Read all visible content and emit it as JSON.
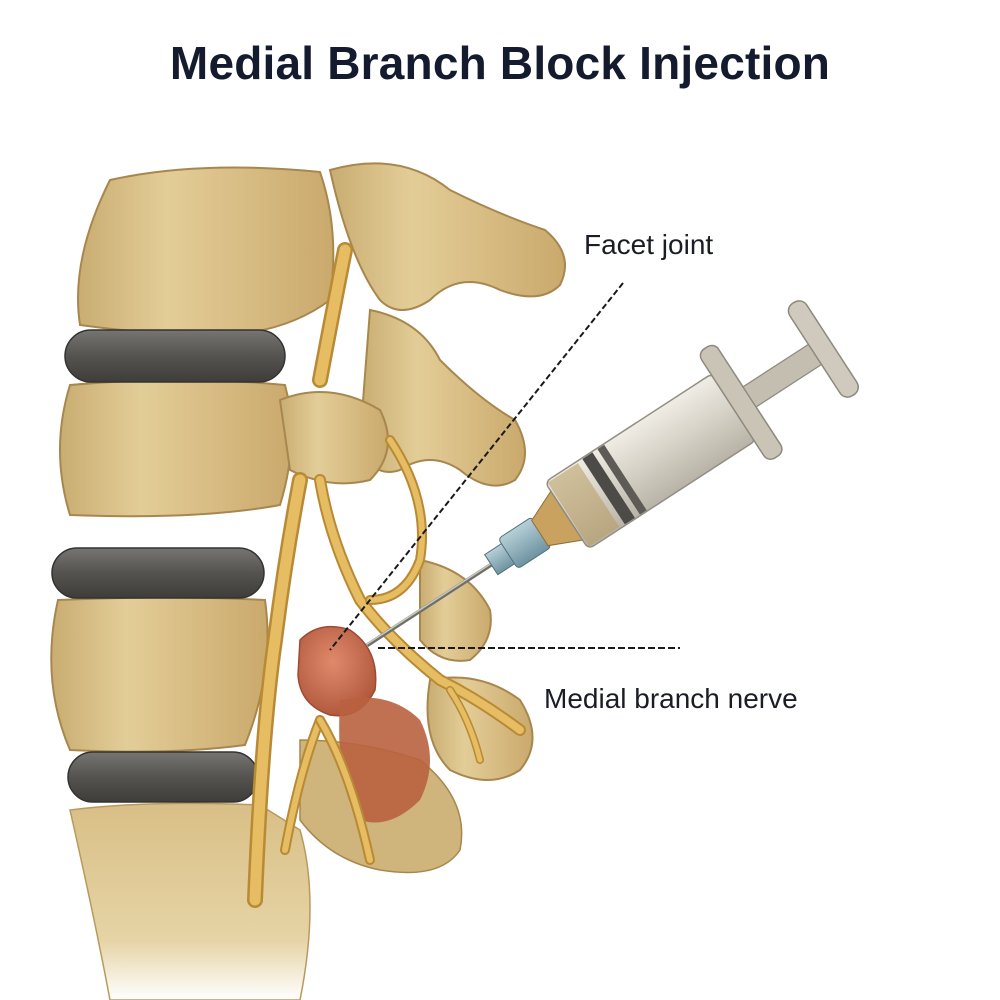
{
  "title": "Medial Branch Block Injection",
  "labels": {
    "facet_joint": "Facet joint",
    "medial_branch_nerve": "Medial branch nerve"
  },
  "colors": {
    "title": "#151b2e",
    "label_text": "#1a1d24",
    "bone": "#dcc48e",
    "bone_shadow": "#b89a5e",
    "disc": "#5a5a58",
    "nerve": "#e0b55a",
    "inflamed_area": "#c4674a",
    "syringe_barrel": "#d8d4c8",
    "needle_hub": "#8fb3bf",
    "leader_line": "#1a1a1a"
  },
  "illustration": {
    "subject": "lumbar spine lateral view",
    "elements": [
      "vertebral bodies",
      "intervertebral discs",
      "spinal nerves",
      "facet joint",
      "medial branch nerve",
      "syringe with needle"
    ]
  }
}
